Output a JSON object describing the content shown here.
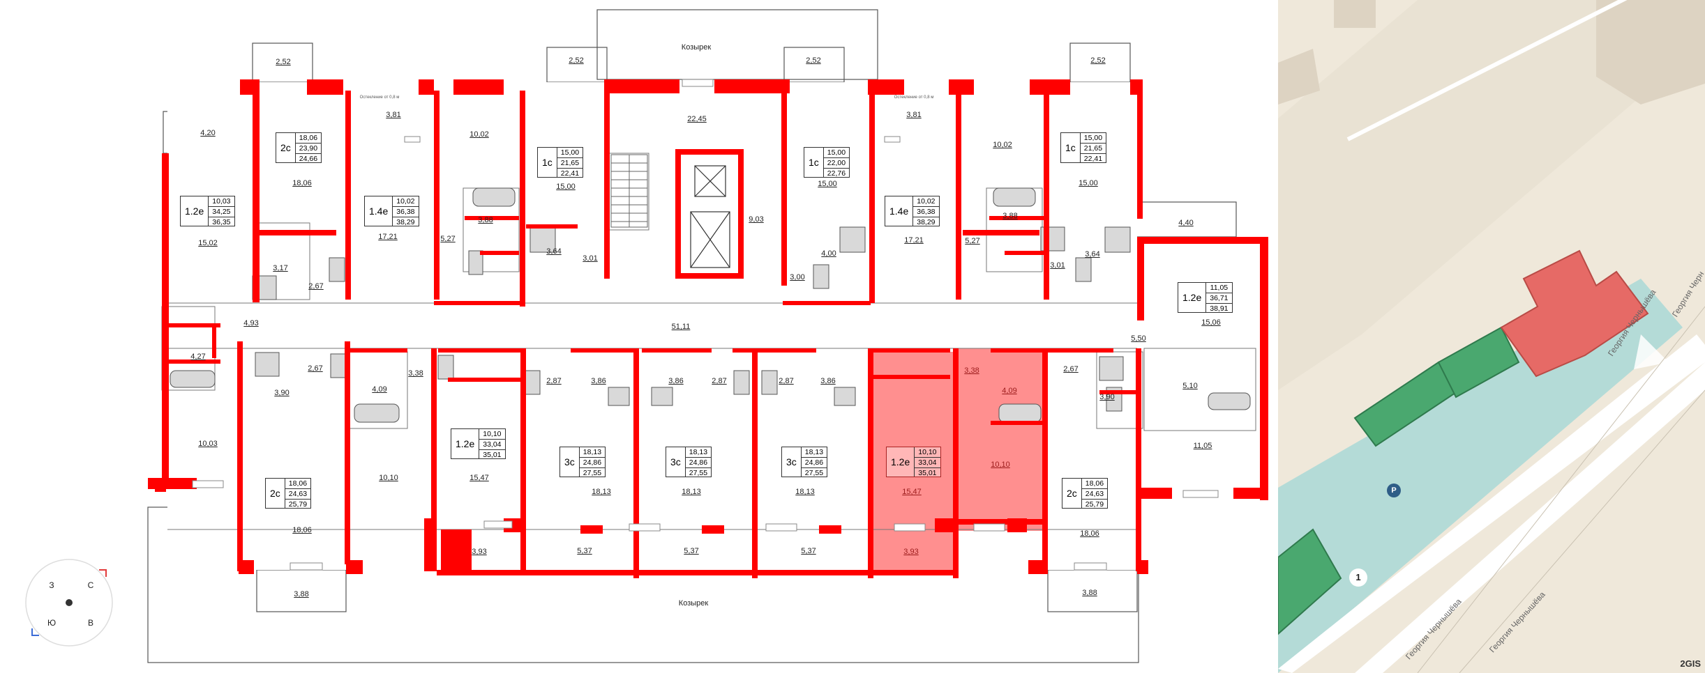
{
  "colors": {
    "wall": "#ff0000",
    "selected": "#ff8f8f",
    "map_bg": "#efe8da",
    "map_green": "#4aa86f",
    "map_red": "#e66a66",
    "map_teal": "#a9d8d6"
  },
  "canopy_top": "Козырек",
  "canopy_bottom": "Козырек",
  "glazing_left": "Остекление от 0,8 м",
  "glazing_right": "Остекление от 0,8 м",
  "balconies": [
    "2,52",
    "2,52",
    "2,52",
    "2,52",
    "3,88",
    "3,88",
    "4,20",
    "4,40"
  ],
  "rooms": [
    {
      "v": "3,81"
    },
    {
      "v": "3,81"
    },
    {
      "v": "10,02"
    },
    {
      "v": "10,02"
    },
    {
      "v": "22,45"
    },
    {
      "v": "18,06"
    },
    {
      "v": "15,00"
    },
    {
      "v": "15,00"
    },
    {
      "v": "15,00"
    },
    {
      "v": "15,02"
    },
    {
      "v": "17,21"
    },
    {
      "v": "17,21"
    },
    {
      "v": "5,27"
    },
    {
      "v": "5,27"
    },
    {
      "v": "3,88"
    },
    {
      "v": "3,88"
    },
    {
      "v": "9,03"
    },
    {
      "v": "3,64"
    },
    {
      "v": "3,64"
    },
    {
      "v": "3,01"
    },
    {
      "v": "3,01"
    },
    {
      "v": "3,17"
    },
    {
      "v": "4,00"
    },
    {
      "v": "3,00"
    },
    {
      "v": "2,67"
    },
    {
      "v": "2,67"
    },
    {
      "v": "2,67"
    },
    {
      "v": "4,93"
    },
    {
      "v": "51,11"
    },
    {
      "v": "4,27"
    },
    {
      "v": "5,50"
    },
    {
      "v": "15,06"
    },
    {
      "v": "5,10"
    },
    {
      "v": "3,90"
    },
    {
      "v": "3,90"
    },
    {
      "v": "4,09"
    },
    {
      "v": "3,38"
    },
    {
      "v": "2,87"
    },
    {
      "v": "2,87"
    },
    {
      "v": "2,87"
    },
    {
      "v": "3,86"
    },
    {
      "v": "3,86"
    },
    {
      "v": "3,86"
    },
    {
      "v": "3,38"
    },
    {
      "v": "4,09"
    },
    {
      "v": "10,03"
    },
    {
      "v": "10,10"
    },
    {
      "v": "15,47"
    },
    {
      "v": "18,13"
    },
    {
      "v": "18,13"
    },
    {
      "v": "18,13"
    },
    {
      "v": "15,47"
    },
    {
      "v": "10,10"
    },
    {
      "v": "11,05"
    },
    {
      "v": "18,06"
    },
    {
      "v": "18,06"
    },
    {
      "v": "3,93"
    },
    {
      "v": "5,37"
    },
    {
      "v": "5,37"
    },
    {
      "v": "5,37"
    },
    {
      "v": "3,93"
    }
  ],
  "apartments": [
    {
      "code": "2с",
      "a": "18,06",
      "b": "23,90",
      "c": "24,66"
    },
    {
      "code": "1.2е",
      "a": "10,03",
      "b": "34,25",
      "c": "36,35"
    },
    {
      "code": "1.4е",
      "a": "10,02",
      "b": "36,38",
      "c": "38,29"
    },
    {
      "code": "1с",
      "a": "15,00",
      "b": "21,65",
      "c": "22,41"
    },
    {
      "code": "1с",
      "a": "15,00",
      "b": "22,00",
      "c": "22,76"
    },
    {
      "code": "1.4е",
      "a": "10,02",
      "b": "36,38",
      "c": "38,29"
    },
    {
      "code": "1с",
      "a": "15,00",
      "b": "21,65",
      "c": "22,41"
    },
    {
      "code": "1.2е",
      "a": "11,05",
      "b": "36,71",
      "c": "38,91"
    },
    {
      "code": "1.2е",
      "a": "10,10",
      "b": "33,04",
      "c": "35,01"
    },
    {
      "code": "3с",
      "a": "18,13",
      "b": "24,86",
      "c": "27,55"
    },
    {
      "code": "3с",
      "a": "18,13",
      "b": "24,86",
      "c": "27,55"
    },
    {
      "code": "3с",
      "a": "18,13",
      "b": "24,86",
      "c": "27,55"
    },
    {
      "code": "1.2е",
      "a": "10,10",
      "b": "33,04",
      "c": "35,01"
    },
    {
      "code": "2с",
      "a": "18,06",
      "b": "24,63",
      "c": "25,79"
    },
    {
      "code": "2с",
      "a": "18,06",
      "b": "24,63",
      "c": "25,79"
    }
  ],
  "compass": {
    "n": "С",
    "s": "Ю",
    "e": "В",
    "w": "З"
  },
  "map": {
    "streets": [
      "Георгия Чернышёва",
      "Георгия Чернышёва",
      "Георгия Черн",
      "Георгия Чернышёва"
    ],
    "parking_icon": "P",
    "building_number": "1",
    "logo": "2GIS"
  }
}
